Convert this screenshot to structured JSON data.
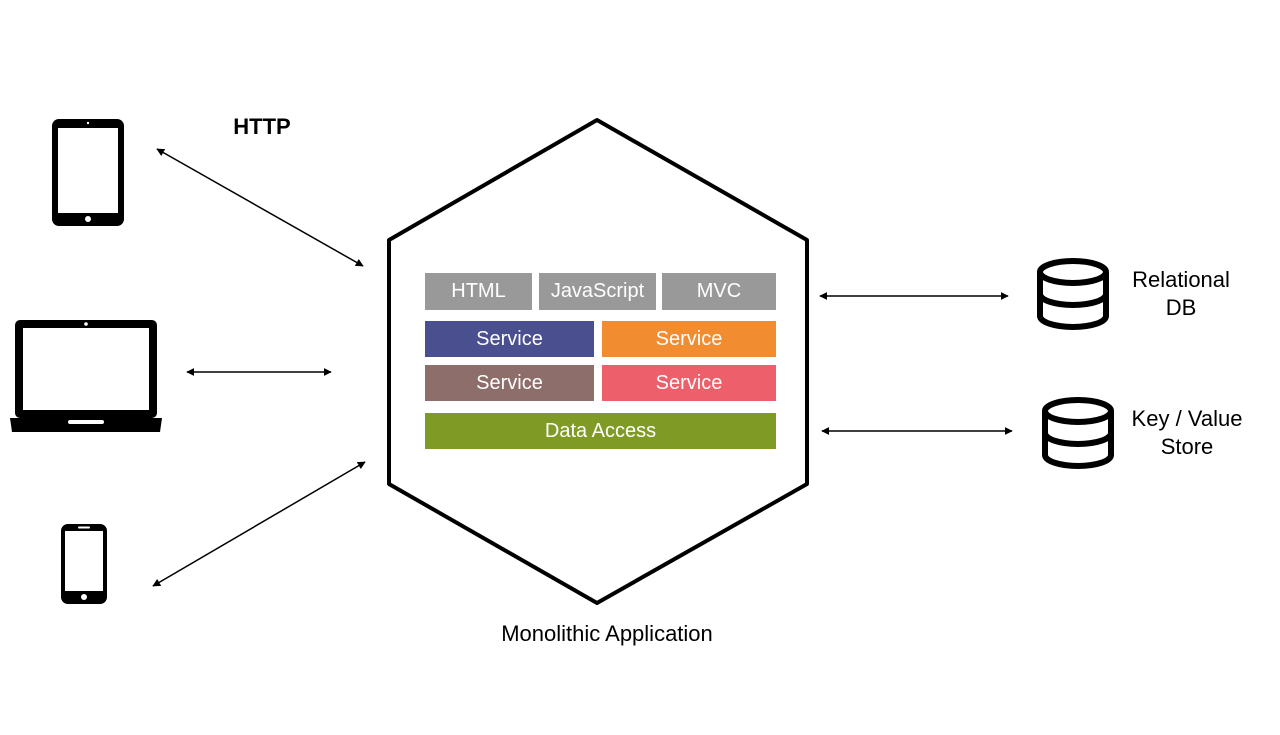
{
  "diagram": {
    "http_label": "HTTP",
    "app_label": "Monolithic Application",
    "clients": [
      {
        "kind": "tablet-icon"
      },
      {
        "kind": "laptop-icon"
      },
      {
        "kind": "phone-icon"
      }
    ],
    "layers": {
      "top": [
        {
          "label": "HTML",
          "color": "#999999"
        },
        {
          "label": "JavaScript",
          "color": "#999999"
        },
        {
          "label": "MVC",
          "color": "#999999"
        }
      ],
      "services": [
        {
          "label": "Service",
          "color": "#4a4f8f"
        },
        {
          "label": "Service",
          "color": "#f28c30"
        },
        {
          "label": "Service",
          "color": "#8e6e6b"
        },
        {
          "label": "Service",
          "color": "#ec5f6b"
        }
      ],
      "data_access": {
        "label": "Data Access",
        "color": "#7f9a25"
      }
    },
    "stores": [
      {
        "line1": "Relational",
        "line2": "DB",
        "icon": "database-icon"
      },
      {
        "line1": "Key / Value",
        "line2": "Store",
        "icon": "database-icon"
      }
    ]
  }
}
